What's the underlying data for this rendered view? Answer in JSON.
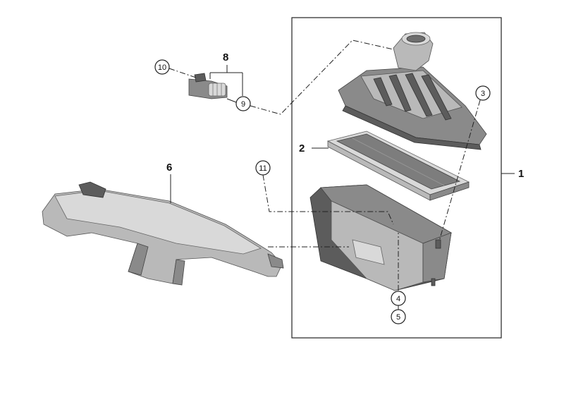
{
  "diagram": {
    "labels": {
      "l1": "1",
      "l2": "2",
      "l3": "3",
      "l4": "4",
      "l5": "5",
      "l6": "6",
      "l8": "8",
      "l9": "9",
      "l10": "10",
      "l11": "11"
    },
    "colors": {
      "line": "#222222",
      "part_dark": "#5c5c5c",
      "part_mid": "#8a8a8a",
      "part_light": "#b9b9b9",
      "part_pale": "#d9d9d9"
    }
  }
}
